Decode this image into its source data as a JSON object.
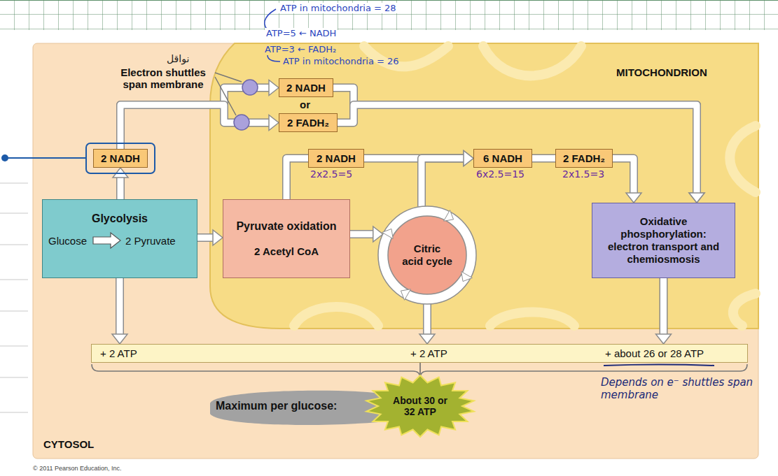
{
  "diagram": {
    "nodes": [
      {
        "text": [
          "2 NADH"
        ]
      },
      {
        "text": [
          "2 FADH₂"
        ]
      },
      {
        "text": [
          "2 NADH"
        ]
      },
      {
        "text": [
          "Glycolysis",
          "Glucose",
          "2 Pyruvate"
        ]
      },
      {
        "text": [
          "Pyruvate oxidation",
          "2 Acetyl CoA"
        ]
      },
      {
        "text": [
          "2 NADH"
        ]
      },
      {
        "text": [
          "Citric acid cycle"
        ]
      },
      {
        "text": [
          "6 NADH"
        ]
      },
      {
        "text": [
          "2 FADH₂"
        ]
      },
      {
        "text": [
          "Oxidative phosphorylation: electron transport and chemiosmosis"
        ]
      },
      {
        "text": [
          "+ 2 ATP",
          "+ 2 ATP",
          "+ about 26 or 28 ATP"
        ]
      },
      {
        "text": [
          "About 30 or 32 ATP"
        ]
      }
    ],
    "edges": [
      {
        "from": 2,
        "to": 0,
        "arrow": "to"
      },
      {
        "from": 2,
        "to": 1,
        "arrow": "to"
      },
      {
        "from": 0,
        "to": 9,
        "arrow": "to"
      },
      {
        "from": 1,
        "to": 9,
        "arrow": "to"
      },
      {
        "from": 3,
        "to": 2,
        "arrow": "to"
      },
      {
        "from": 3,
        "to": 4,
        "arrow": "to"
      },
      {
        "from": 4,
        "to": 5,
        "arrow": "none"
      },
      {
        "from": 4,
        "to": 6,
        "arrow": "to"
      },
      {
        "from": 5,
        "to": 7,
        "arrow": "to"
      },
      {
        "from": 6,
        "to": 7,
        "arrow": "to"
      },
      {
        "from": 7,
        "to": 8,
        "arrow": "none"
      },
      {
        "from": 8,
        "to": 9,
        "arrow": "to"
      },
      {
        "from": 3,
        "to": 10,
        "arrow": "to"
      },
      {
        "from": 6,
        "to": 10,
        "arrow": "to"
      },
      {
        "from": 9,
        "to": 10,
        "arrow": "to"
      },
      {
        "from": 10,
        "to": 11,
        "arrow": "none"
      }
    ],
    "labels": [
      "Electron shuttles span membrane",
      "نواقل",
      "or",
      "MITOCHONDRION",
      "2x2.5=5",
      "6x2.5=15",
      "2x1.5=3",
      "ATP in mitochondria = 28",
      "ATP=5 ← NADH",
      "ATP=3 ← FADH₂",
      "ATP in mitochondria = 26",
      "Depends on e⁻ shuttles span membrane",
      "Maximum per glucose:",
      "CYTOSOL",
      "© 2011 Pearson Education, Inc."
    ]
  }
}
